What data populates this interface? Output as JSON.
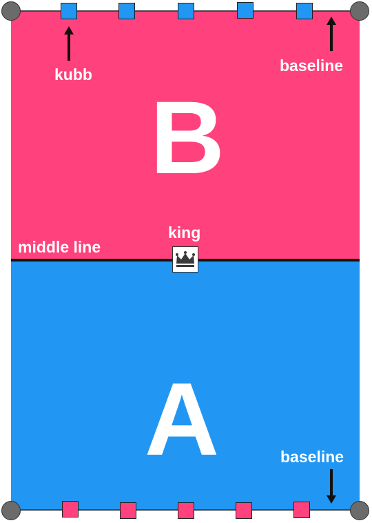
{
  "colors": {
    "team_b": "#ff417d",
    "team_a": "#2196f3",
    "text": "#ffffff",
    "corner_marker": "#6b6b6b"
  },
  "teams": {
    "b_letter": "B",
    "a_letter": "A"
  },
  "labels": {
    "kubb": "kubb",
    "baseline_top": "baseline",
    "baseline_bottom": "baseline",
    "middle_line": "middle line",
    "king": "king"
  },
  "icons": {
    "king": "crown-icon",
    "arrow": "arrow-icon"
  },
  "counts": {
    "kubbs_per_side": 5
  }
}
